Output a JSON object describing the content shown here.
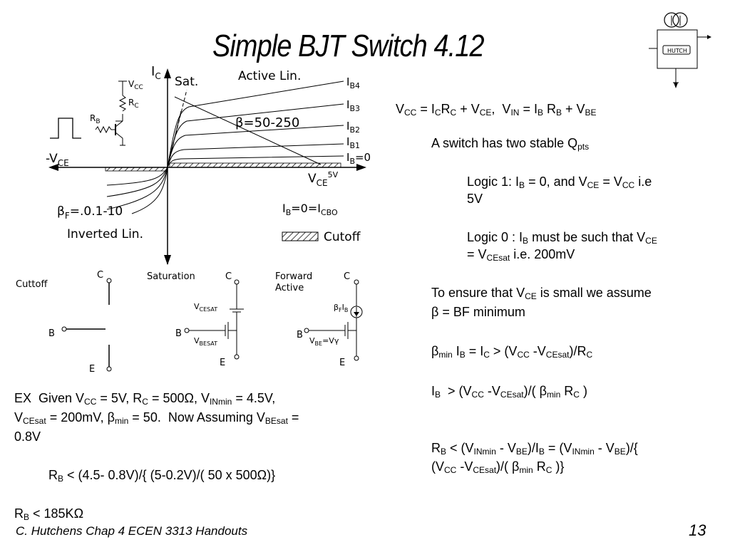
{
  "slide": {
    "title": "Simple BJT Switch 4.12",
    "footer": "C. Hutchens Chap 4 ECEN 3313 Handouts",
    "page_number": "13",
    "logo_text": "HUTCH"
  },
  "diagram": {
    "ic_label": "I",
    "ic_sub": "C",
    "sat_label": "Sat.",
    "active_label": "Active Lin.",
    "beta_label": "β=50-250",
    "ib4": "I",
    "ib4_sub": "B4",
    "ib3": "I",
    "ib3_sub": "B3",
    "ib2": "I",
    "ib2_sub": "B2",
    "ib1": "I",
    "ib1_sub": "B1",
    "ib0": "I",
    "ib0_sub": "B",
    "ib0_tail": "=0",
    "vce_label": "V",
    "vce_sub": "CE",
    "vce_sup": "5V",
    "neg_vce": "-V",
    "neg_vce_sub": "CE",
    "vcc_label": "V",
    "vcc_sub": "CC",
    "rc_label": "R",
    "rc_sub": "C",
    "rb_label": "R",
    "rb_sub": "B",
    "beta_f": "β",
    "beta_f_sub": "F",
    "beta_f_tail": "=.0.1-10",
    "inverted": "Inverted Lin.",
    "ibcbo": "I",
    "ibcbo_sub1": "B",
    "ibcbo_mid": "=0=I",
    "ibcbo_sub2": "CBO",
    "cutoff_legend": "Cutoff"
  },
  "models": {
    "cutoff": {
      "title": "Cuttoff",
      "c": "C",
      "b": "B",
      "e": "E"
    },
    "saturation": {
      "title": "Saturation",
      "c": "C",
      "b": "B",
      "e": "E",
      "vcesat": "V",
      "vcesat_sub": "CESAT",
      "vbesat": "V",
      "vbesat_sub": "BESAT"
    },
    "forward": {
      "title1": "Forward",
      "title2": "Active",
      "c": "C",
      "b": "B",
      "e": "E",
      "bf": "β",
      "bf_sub": "F",
      "bf_tail": "I",
      "bf_tail_sub": "B",
      "vbe": "V",
      "vbe_sub": "BE",
      "vbe_tail": "=Vγ"
    }
  },
  "text": {
    "eq1": "V<sub>CC</sub> = I<sub>C</sub>R<sub>C</sub> + V<sub>CE</sub>,&nbsp; V<sub>IN</sub> = I<sub>B</sub> R<sub>B</sub> + V<sub>BE</sub>",
    "switch": "A switch has two stable Q<sub>pts</sub>",
    "logic1a": "Logic 1: I<sub>B</sub> = 0, and V<sub>CE</sub> = V<sub>CC</sub> i.e",
    "logic1b": "5V",
    "logic0a": "Logic 0 : I<sub>B</sub> must be such that V<sub>CE</sub>",
    "logic0b": "= V<sub>CEsat</sub> i.e. 200mV",
    "ensure_a": "To ensure that V<sub>CE</sub> is small we assume",
    "ensure_b": "β = BF minimum",
    "bmin": "β<sub>min</sub> I<sub>B</sub> = I<sub>C</sub> &gt; (V<sub>CC</sub> -V<sub>CEsat</sub>)/R<sub>C</sub>",
    "ib": "I<sub>B</sub> &nbsp;&gt; (V<sub>CC</sub> -V<sub>CEsat</sub>)/( β<sub>min</sub> R<sub>C</sub> )",
    "rb_a": "R<sub>B</sub> &lt; (V<sub>INmin</sub> - V<sub>BE</sub>)/I<sub>B</sub> = (V<sub>INmin</sub> - V<sub>BE</sub>)/{",
    "rb_b": "(V<sub>CC</sub> -V<sub>CEsat</sub>)/( β<sub>min</sub> R<sub>C</sub> )}",
    "ex_a": "EX&nbsp; Given V<sub>CC</sub> = 5V, R<sub>C</sub> = 500Ω, V<sub>INmin</sub> = 4.5V,",
    "ex_b": "V<sub>CEsat</sub> = 200mV, β<sub>min</sub> = 50.&nbsp; Now Assuming V<sub>BEsat</sub> =",
    "ex_c": "0.8V",
    "rb_calc": "R<sub>B</sub> &lt; (4.5- 0.8V)/{ (5-0.2V)/( 50 x 500Ω)}",
    "rb_result": "R<sub>B</sub> &lt; 185KΩ"
  }
}
